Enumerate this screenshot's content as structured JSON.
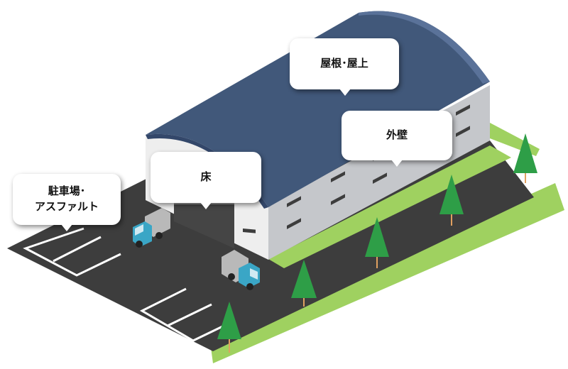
{
  "labels": {
    "roof": "屋根･屋上",
    "exterior_wall": "外壁",
    "floor": "床",
    "parking_line1": "駐車場･",
    "parking_line2": "アスファルト"
  },
  "icons": [
    "warehouse-icon",
    "truck-icon",
    "tree-icon",
    "parking-space-icon"
  ],
  "colors": {
    "roof": "#41587a",
    "roof_highlight": "#5a7299",
    "wall_light": "#eeeeee",
    "wall_side": "#c5c7cb",
    "asphalt": "#3d3d3d",
    "grass": "#9fd160",
    "tree": "#2e9e47",
    "truck_cab": "#3aa6c6",
    "truck_box": "#b9b9b9"
  }
}
